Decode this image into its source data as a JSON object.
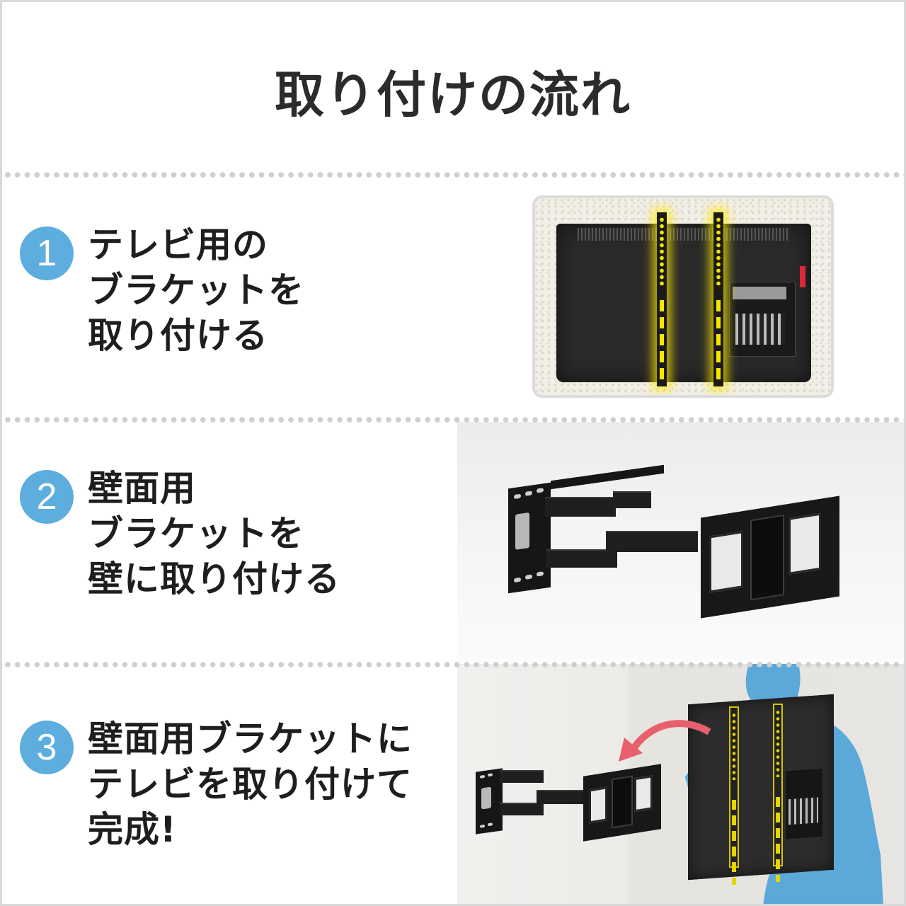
{
  "page": {
    "title": "取り付けの流れ"
  },
  "steps": [
    {
      "number": "1",
      "lines": [
        "テレビ用の",
        "ブラケットを",
        "取り付ける"
      ],
      "image": "tv-back-with-brackets-highlighted"
    },
    {
      "number": "2",
      "lines": [
        "壁面用",
        "ブラケットを",
        "壁に取り付ける"
      ],
      "image": "wall-mount-arm-bracket"
    },
    {
      "number": "3",
      "lines": [
        "壁面用ブラケットに",
        "テレビを取り付けて",
        "完成!"
      ],
      "image": "person-mounting-tv-on-wall-bracket"
    }
  ],
  "colors": {
    "badge": "#5dadde",
    "text": "#1e1e1e",
    "title": "#2b2b2b",
    "separator_dots": "#cfcfcf",
    "bracket_highlight": "#f3e600",
    "arrow": "#e8606c",
    "person_silhouette": "#5aa9d9"
  }
}
